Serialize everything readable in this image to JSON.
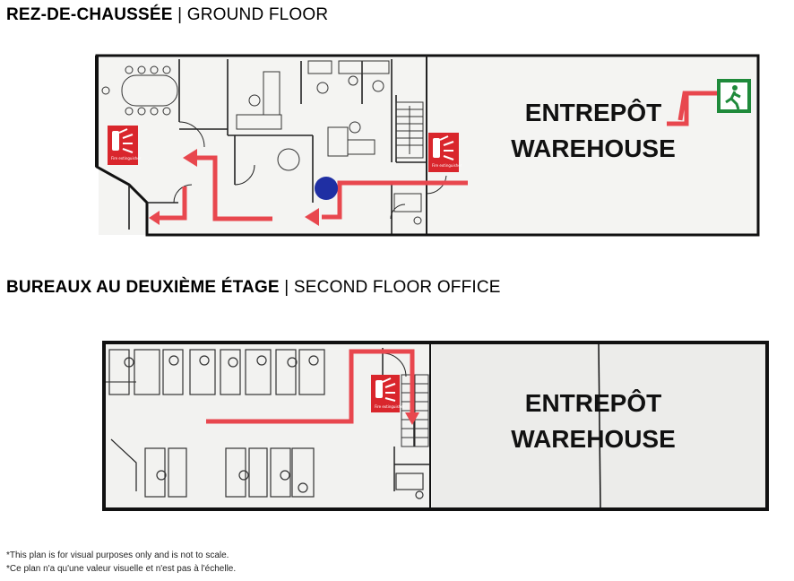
{
  "ground_floor": {
    "title_fr": "REZ-DE-CHAUSSÉE",
    "separator": "|",
    "title_en": "GROUND FLOOR",
    "warehouse_fr": "ENTREPÔT",
    "warehouse_en": "WAREHOUSE",
    "extinguisher_label": "Fire extinguisher"
  },
  "second_floor": {
    "title_fr": "BUREAUX AU DEUXIÈME ÉTAGE",
    "separator": "|",
    "title_en": "SECOND FLOOR OFFICE",
    "warehouse_fr": "ENTREPÔT",
    "warehouse_en": "WAREHOUSE",
    "extinguisher_label": "Fire extinguisher"
  },
  "colors": {
    "route": "#e8474e",
    "extinguisher_sign": "#d9262c",
    "exit_sign": "#1f8a3b",
    "location_marker": "#1f2fa3",
    "wall": "#111111"
  },
  "icons": [
    "fire-extinguisher-icon",
    "emergency-exit-icon",
    "you-are-here-marker"
  ],
  "notes": [
    "*This plan is for visual purposes only and is not to scale.",
    "*Ce plan n'a qu'une valeur visuelle et n'est pas à l'échelle."
  ]
}
